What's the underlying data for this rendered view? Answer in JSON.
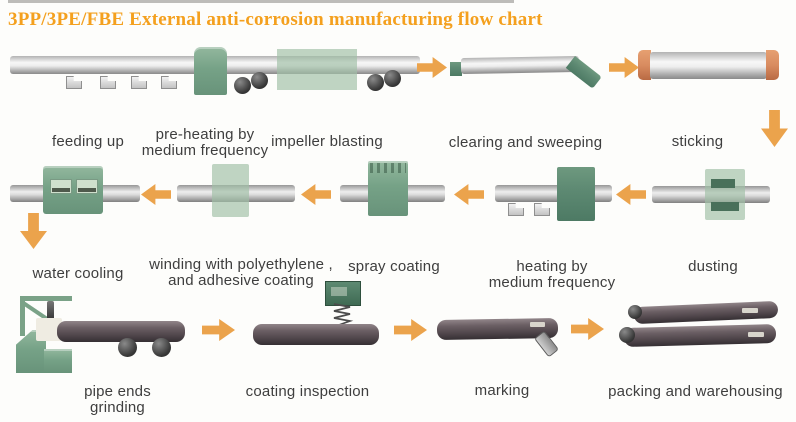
{
  "title": "3PP/3PE/FBE External anti-corrosion manufacturing flow chart",
  "colors": {
    "title": "#F4A01E",
    "arrow": "#EBA34C",
    "label_text": "#3E3E3E",
    "machine_green": "#76A287",
    "machine_green_dark": "#5E8A73",
    "pipe_cap_orange": "#D98C60"
  },
  "flow": {
    "row1_direction": "left-to-right",
    "row2_direction": "right-to-left",
    "row3_direction": "left-to-right"
  },
  "steps": {
    "row2": [
      {
        "label": "feeding up"
      },
      {
        "label": "pre-heating by\nmedium frequency"
      },
      {
        "label": "impeller blasting"
      },
      {
        "label": "clearing and sweeping"
      },
      {
        "label": "sticking"
      }
    ],
    "row3": [
      {
        "label": "water cooling"
      },
      {
        "label": "winding with polyethylene ,\nand adhesive coating"
      },
      {
        "label": "spray coating"
      },
      {
        "label": "heating by\nmedium frequency"
      },
      {
        "label": "dusting"
      }
    ],
    "row4": [
      {
        "label": "pipe ends grinding"
      },
      {
        "label": "coating inspection"
      },
      {
        "label": "marking"
      },
      {
        "label": "packing and warehousing"
      }
    ]
  }
}
